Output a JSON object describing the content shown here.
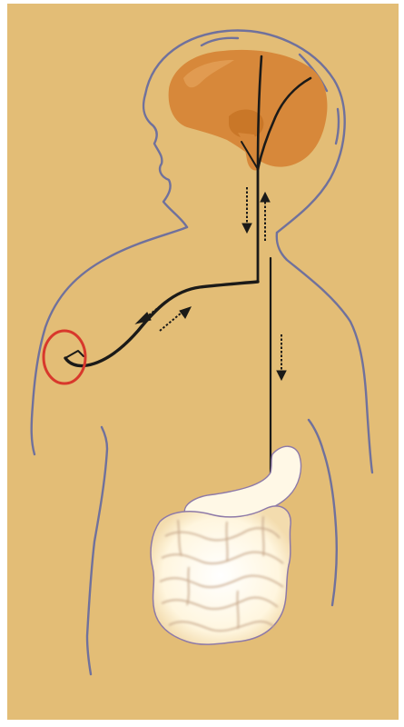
{
  "illustration": {
    "background_color": "#e3bd76",
    "border_color": "#ffffff",
    "outline_color": "#70719c",
    "brain_color": "#d7883a",
    "brain_highlight_color": "#e8a860",
    "nerve_color": "#1b1a18",
    "highlight_circle_color": "#d8382c",
    "organ_color": "#fff8e6",
    "organ_edge_color": "#8e7aa8",
    "arrows": [
      {
        "id": "neck-down",
        "direction": "down"
      },
      {
        "id": "neck-up",
        "direction": "up"
      },
      {
        "id": "arm-left",
        "direction": "left"
      },
      {
        "id": "arm-right",
        "direction": "right"
      },
      {
        "id": "trunk-down",
        "direction": "down"
      }
    ],
    "highlighted_region": "shoulder"
  }
}
